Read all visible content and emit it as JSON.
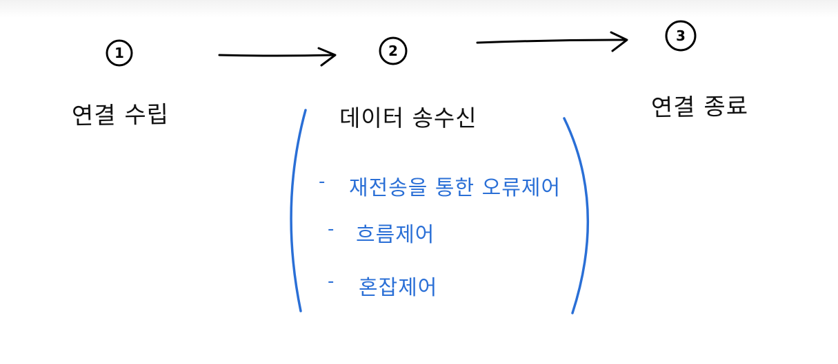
{
  "steps": [
    {
      "number": "1",
      "label": "연결 수립"
    },
    {
      "number": "2",
      "label": "데이터 송수신"
    },
    {
      "number": "3",
      "label": "연결 종료"
    }
  ],
  "transfer_features": {
    "items": [
      "재전송을 통한 오류제어",
      "흐름제어",
      "혼잡제어"
    ],
    "bullet": "-"
  },
  "colors": {
    "ink": "#111111",
    "accent": "#2a6fd6"
  }
}
